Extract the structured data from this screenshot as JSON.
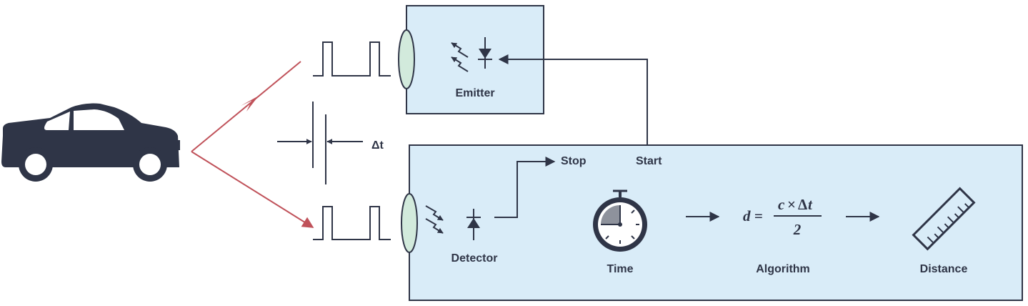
{
  "labels": {
    "emitter": "Emitter",
    "detector": "Detector",
    "stop": "Stop",
    "start": "Start",
    "delta_t": "Δt",
    "time": "Time",
    "algorithm": "Algorithm",
    "distance": "Distance"
  },
  "formula": {
    "lhs": "d =",
    "numerator_c": "c",
    "numerator_times": "×",
    "numerator_delta": "Δ",
    "numerator_t": "t",
    "denominator": "2"
  },
  "icons": {
    "car": "car-icon",
    "stopwatch": "stopwatch-icon",
    "ruler": "ruler-icon",
    "laser_diode": "laser-diode-icon",
    "photodiode": "photodiode-icon"
  },
  "colors": {
    "box_fill": "#d9ecf8",
    "stroke": "#2f3547",
    "lens_fill": "#d2eadc",
    "light_ray": "#c0525a",
    "stopwatch_sector": "#8e929c"
  }
}
